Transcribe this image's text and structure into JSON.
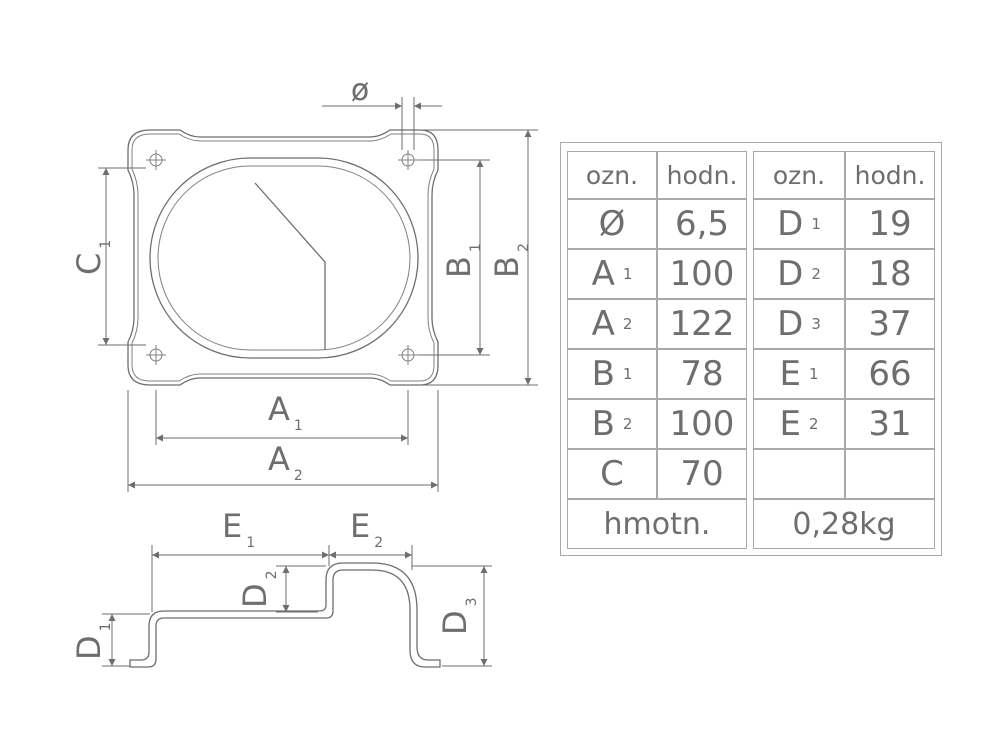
{
  "drawing": {
    "top_view_labels": {
      "diameter": "ø",
      "A1": {
        "main": "A",
        "sub": "1"
      },
      "A2": {
        "main": "A",
        "sub": "2"
      },
      "B1": {
        "main": "B",
        "sub": "1"
      },
      "B2": {
        "main": "B",
        "sub": "2"
      },
      "C1": {
        "main": "C",
        "sub": "1"
      }
    },
    "side_view_labels": {
      "E1": {
        "main": "E",
        "sub": "1"
      },
      "E2": {
        "main": "E",
        "sub": "2"
      },
      "D1": {
        "main": "D",
        "sub": "1"
      },
      "D2": {
        "main": "D",
        "sub": "2"
      },
      "D3": {
        "main": "D",
        "sub": "3"
      }
    }
  },
  "table": {
    "headers": [
      "ozn.",
      "hodn.",
      "ozn.",
      "hodn."
    ],
    "left_rows": [
      {
        "label": "Ø",
        "sub": "",
        "value": "6,5"
      },
      {
        "label": "A",
        "sub": "1",
        "value": "100"
      },
      {
        "label": "A",
        "sub": "2",
        "value": "122"
      },
      {
        "label": "B",
        "sub": "1",
        "value": "78"
      },
      {
        "label": "B",
        "sub": "2",
        "value": "100"
      },
      {
        "label": "C",
        "sub": "",
        "value": "70"
      }
    ],
    "right_rows": [
      {
        "label": "D",
        "sub": "1",
        "value": "19"
      },
      {
        "label": "D",
        "sub": "2",
        "value": "18"
      },
      {
        "label": "D",
        "sub": "3",
        "value": "37"
      },
      {
        "label": "E",
        "sub": "1",
        "value": "66"
      },
      {
        "label": "E",
        "sub": "2",
        "value": "31"
      },
      {
        "label": "",
        "sub": "",
        "value": ""
      }
    ],
    "footer": {
      "label": "hmotn.",
      "value": "0,28kg"
    }
  },
  "colors": {
    "line": "#6d6e70",
    "border": "#a7a9ac"
  }
}
